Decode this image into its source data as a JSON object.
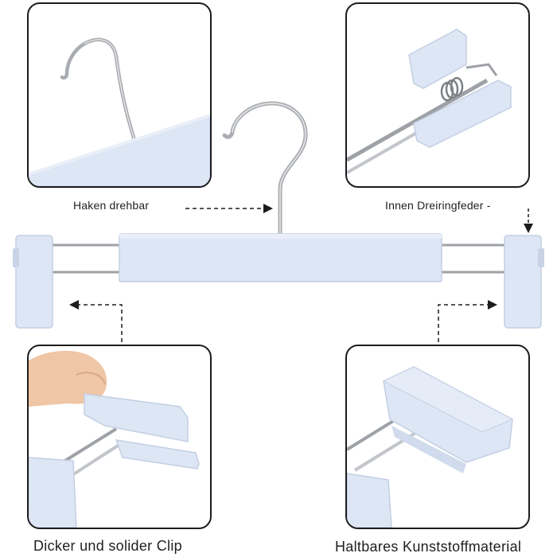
{
  "captions": {
    "hook": "Haken drehbar",
    "spring": "Innen Dreiringfeder -",
    "clip": "Dicker und solider Clip",
    "material": "Haltbares Kunststoffmaterial"
  },
  "colors": {
    "plastic": "#dde6f4",
    "plastic_shadow": "#c3cfe3",
    "metal": "#b9bcc1",
    "metal_dark": "#7d8086",
    "border": "#1c1c1c",
    "skin": "#efc6a6"
  }
}
